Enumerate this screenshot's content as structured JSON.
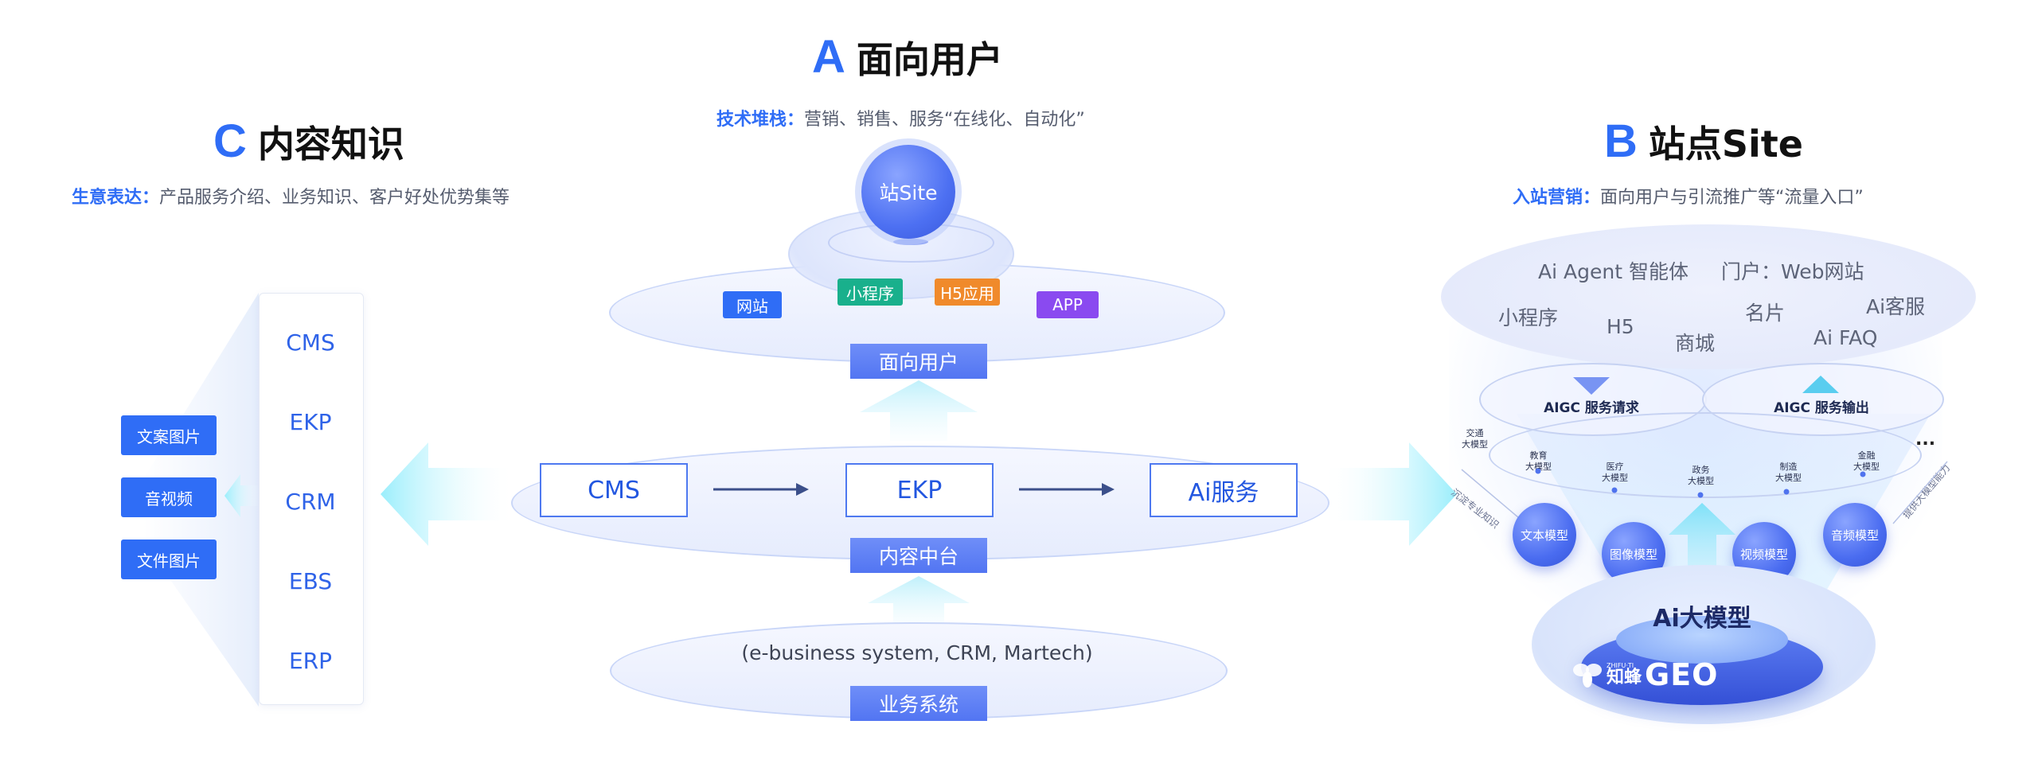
{
  "section_a": {
    "letter": "A",
    "title": "面向用户",
    "sub_lead": "技术堆栈：",
    "sub_text": "营销、销售、服务“在线化、自动化”"
  },
  "section_b": {
    "letter": "B",
    "title": "站点Site",
    "sub_lead": "入站营销：",
    "sub_text": "面向用户与引流推广等“流量入口”"
  },
  "section_c": {
    "letter": "C",
    "title": "内容知识",
    "sub_lead": "生意表达：",
    "sub_text": "产品服务介绍、业务知识、客户好处优势集等"
  },
  "center": {
    "site_node": "站Site",
    "tags": [
      "网站",
      "小程序",
      "H5应用",
      "APP"
    ],
    "tag_colors": [
      "#2f6df6",
      "#19b08c",
      "#f08a2b",
      "#8a4af0"
    ],
    "face_user_bar": "面向用户",
    "flow_boxes": [
      "CMS",
      "EKP",
      "Ai服务"
    ],
    "content_bar": "内容中台",
    "biz_text": "(e-business system, CRM, Martech)",
    "biz_bar": "业务系统"
  },
  "left": {
    "systems": [
      "CMS",
      "EKP",
      "CRM",
      "EBS",
      "ERP"
    ],
    "content_types": [
      "文案图片",
      "音视频",
      "文件图片"
    ]
  },
  "right": {
    "cloud_items": [
      "Ai Agent 智能体",
      "门户：Web网站",
      "小程序",
      "H5",
      "商城",
      "名片",
      "Ai客服",
      "Ai FAQ"
    ],
    "aigc_request": "AIGC 服务请求",
    "aigc_output": "AIGC 服务输出",
    "industry_models": [
      "交通\n大模型",
      "教育\n大模型",
      "医疗\n大模型",
      "政务\n大模型",
      "制造\n大模型",
      "金融\n大模型"
    ],
    "ellipsis": "...",
    "side_left": "沉淀专业知识",
    "side_right": "提供大模型能力",
    "base_models": [
      "文本模型",
      "图像模型",
      "视频模型",
      "音频模型"
    ],
    "core_title": "Ai大模型",
    "brand_small": "ZHIFU·TI",
    "brand_cn": "知蜂",
    "brand_geo": "GEO"
  }
}
